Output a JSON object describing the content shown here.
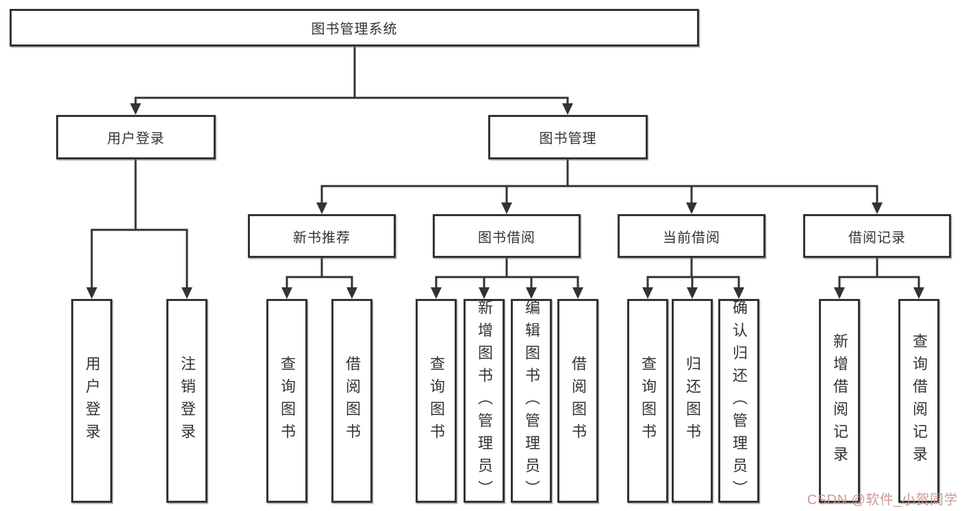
{
  "colors": {
    "line": "#333333",
    "text": "#333333",
    "watermark": "#c9908f",
    "background": "#ffffff"
  },
  "tree": {
    "root": "图书管理系统",
    "login": {
      "label": "用户登录",
      "children": [
        "用户登录",
        "注销登录"
      ]
    },
    "mgmt": {
      "label": "图书管理",
      "children": [
        {
          "label": "新书推荐",
          "children": [
            "查询图书",
            "借阅图书"
          ]
        },
        {
          "label": "图书借阅",
          "children": [
            "查询图书",
            "新增图书（管理员）",
            "编辑图书（管理员）",
            "借阅图书"
          ]
        },
        {
          "label": "当前借阅",
          "children": [
            "查询图书",
            "归还图书",
            "确认归还（管理员）"
          ]
        },
        {
          "label": "借阅记录",
          "children": [
            "新增借阅记录",
            "查询借阅记录"
          ]
        }
      ]
    }
  },
  "watermark": {
    "text": "CSDN @软件_小贺同学"
  }
}
